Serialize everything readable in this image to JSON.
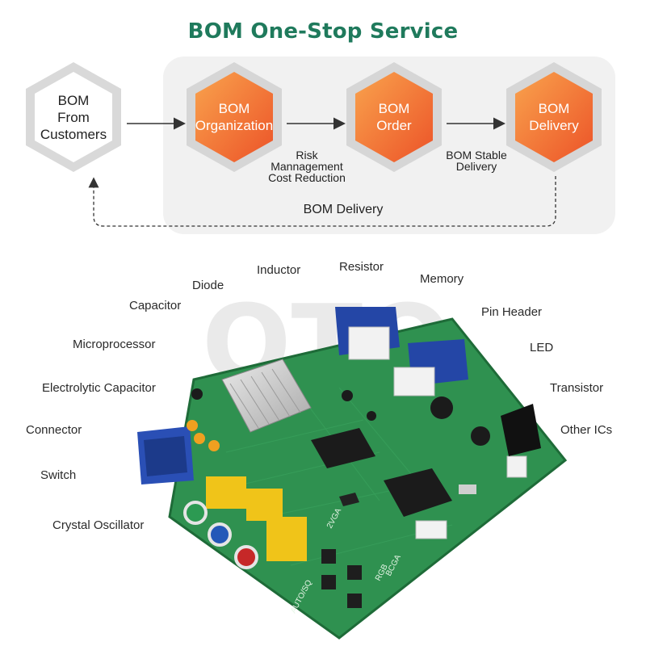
{
  "title": "BOM One-Stop Service",
  "flow": {
    "steps": [
      {
        "lines": [
          "BOM",
          "From",
          "Customers"
        ]
      },
      {
        "lines": [
          "BOM",
          "Organization"
        ]
      },
      {
        "lines": [
          "BOM",
          "Order"
        ]
      },
      {
        "lines": [
          "BOM",
          "Delivery"
        ]
      }
    ],
    "notes": {
      "risk": [
        "Risk",
        "Mannagement",
        "Cost Reduction"
      ],
      "stable": [
        "BOM Stable",
        "Delivery"
      ]
    },
    "return_label": "BOM Delivery"
  },
  "components": [
    "Inductor",
    "Resistor",
    "Diode",
    "Memory",
    "Capacitor",
    "Pin Header",
    "Microprocessor",
    "LED",
    "Electrolytic Capacitor",
    "Transistor",
    "Connector",
    "Other ICs",
    "Switch",
    "Crystal Oscillator"
  ],
  "board_silkscreen": [
    "AUTO/SQ",
    "RGB",
    "BCGA",
    "2VGA"
  ],
  "colors": {
    "title": "#1f7a5c",
    "orange_start": "#f79a45",
    "orange_end": "#ee5a2a",
    "hex_frame": "#d9d9d9",
    "pcb": "#2e8b4a",
    "vga": "#2446a6"
  }
}
